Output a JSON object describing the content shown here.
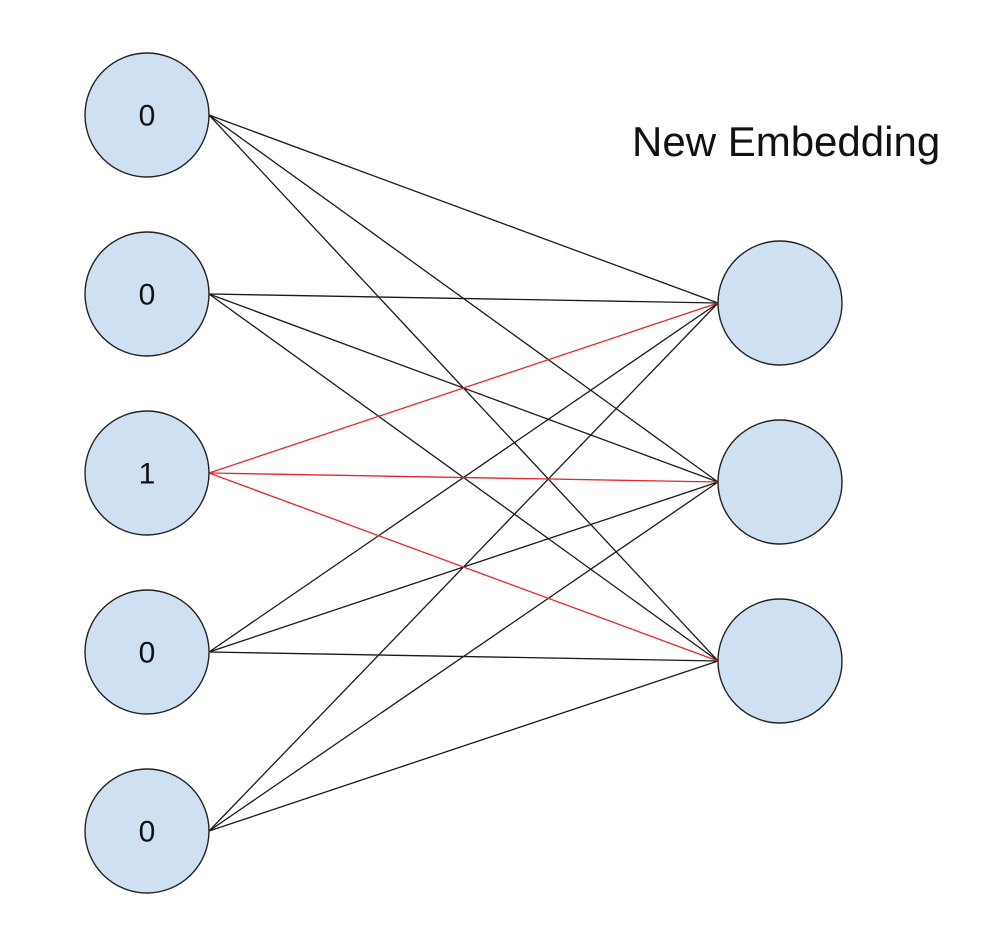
{
  "diagram": {
    "title": "New Embedding",
    "colors": {
      "node_fill": "#cfe0f2",
      "node_stroke": "#222222",
      "edge_default": "#1a1a1a",
      "edge_highlight": "#e8262a"
    },
    "input_nodes": [
      {
        "value": "0"
      },
      {
        "value": "0"
      },
      {
        "value": "1"
      },
      {
        "value": "0"
      },
      {
        "value": "0"
      }
    ],
    "output_nodes": [
      {
        "value": ""
      },
      {
        "value": ""
      },
      {
        "value": ""
      }
    ],
    "highlighted_input": 2
  }
}
